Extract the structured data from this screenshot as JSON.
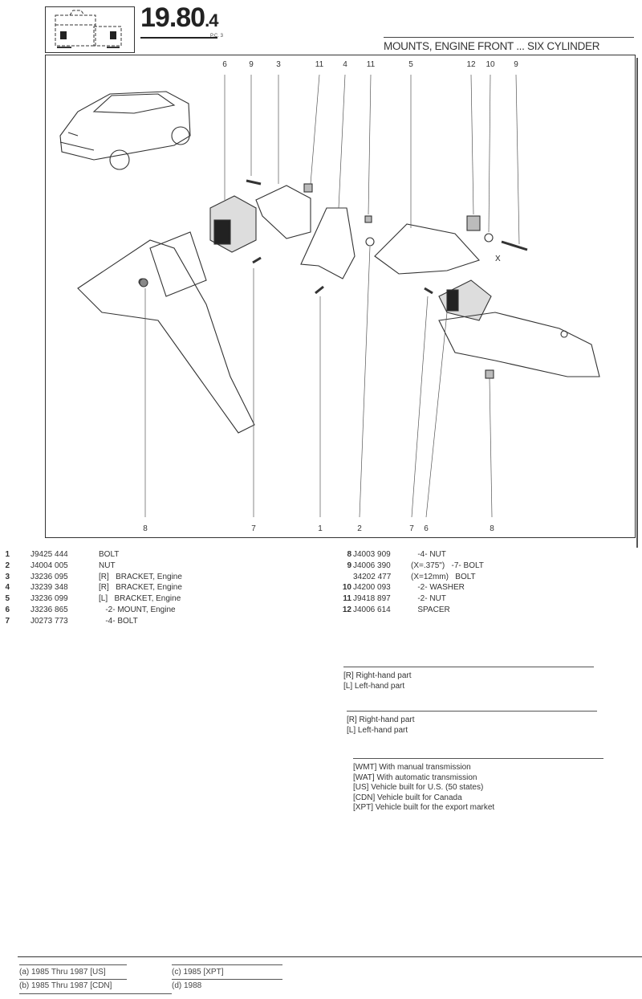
{
  "header": {
    "page_number_main": "19.80",
    "page_number_sub": ".4",
    "pc_label": "P.C. 3",
    "title": "MOUNTS, ENGINE FRONT ... SIX CYLINDER"
  },
  "diagram": {
    "top_callouts": [
      "6",
      "9",
      "3",
      "11",
      "4",
      "11",
      "5",
      "12",
      "10",
      "9"
    ],
    "bottom_callouts": [
      "8",
      "7",
      "1",
      "2",
      "7",
      "6",
      "8"
    ],
    "dimension_label": "X"
  },
  "parts_left": [
    {
      "no": "1",
      "part": "J9425 444",
      "desc": "BOLT"
    },
    {
      "no": "2",
      "part": "J4004 005",
      "desc": "NUT"
    },
    {
      "no": "3",
      "part": "J3236 095",
      "desc": "[R]   BRACKET, Engine"
    },
    {
      "no": "4",
      "part": "J3239 348",
      "desc": "[R]   BRACKET, Engine"
    },
    {
      "no": "5",
      "part": "J3236 099",
      "desc": "[L]   BRACKET, Engine"
    },
    {
      "no": "6",
      "part": "J3236 865",
      "desc": "   -2- MOUNT, Engine"
    },
    {
      "no": "7",
      "part": "J0273 773",
      "desc": "   -4- BOLT"
    }
  ],
  "parts_right": [
    {
      "no": "8",
      "part": "J4003 909",
      "desc": "   -4- NUT"
    },
    {
      "no": "9",
      "part": "J4006 390",
      "desc": "(X=.375\")   -7- BOLT"
    },
    {
      "no": "",
      "part": "34202 477",
      "desc": "(X=12mm)   BOLT"
    },
    {
      "no": "10",
      "part": "J4200 093",
      "desc": "   -2- WASHER"
    },
    {
      "no": "11",
      "part": "J9418 897",
      "desc": "   -2- NUT"
    },
    {
      "no": "12",
      "part": "J4006 614",
      "desc": "   SPACER"
    }
  ],
  "legend_1": [
    "[R] Right-hand part",
    "[L] Left-hand part"
  ],
  "legend_2": [
    "[R] Right-hand part",
    "[L] Left-hand part"
  ],
  "legend_3": [
    "[WMT] With manual transmission",
    "[WAT] With automatic transmission",
    "[US] Vehicle built for U.S. (50 states)",
    "[CDN] Vehicle built for Canada",
    "[XPT] Vehicle built for the export market"
  ],
  "footnotes": {
    "a": "(a) 1985 Thru 1987 [US]",
    "b": "(b) 1985 Thru 1987 [CDN]",
    "c": "(c) 1985 [XPT]",
    "d": "(d) 1988"
  }
}
